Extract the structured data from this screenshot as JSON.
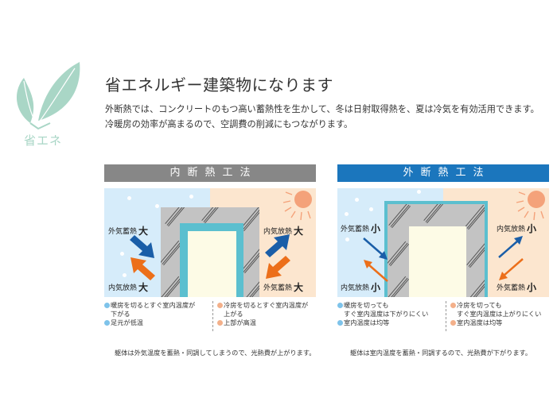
{
  "logo": {
    "icon": "leaf-icon",
    "label": "省エネ",
    "color": "#a9d6c6"
  },
  "header": {
    "title": "省エネルギー建築物になります",
    "description_lines": [
      "外断熱では、コンクリートのもつ高い蓄熱性を生かして、冬は日射取得熱を、夏は冷気を有効活用できます。",
      "冷暖房の効率が高まるので、空調費の削減にもつながります。"
    ]
  },
  "panels": {
    "internal": {
      "title": "内断熱工法",
      "header_color": "#878787",
      "labels": {
        "top_left": {
          "text": "外気蓄熱",
          "level": "大"
        },
        "bottom_left": {
          "text": "内気放熱",
          "level": "大"
        },
        "top_right": {
          "text": "内気放熱",
          "level": "大"
        },
        "bottom_right": {
          "text": "外気蓄熱",
          "level": "大"
        }
      },
      "notes_winter": [
        {
          "text": "暖房を切るとすぐ室内温度が",
          "continued": "下がる"
        },
        {
          "text": "足元が低温"
        }
      ],
      "notes_summer": [
        {
          "text": "冷房を切るとすぐ室内温度が",
          "continued": "上がる"
        },
        {
          "text": "上部が高温"
        }
      ],
      "footnote": "躯体は外気温度を蓄熱・同調してしまうので、光熱費が上がります。"
    },
    "external": {
      "title": "外断熱工法",
      "header_color": "#1b76bd",
      "labels": {
        "top_left": {
          "text": "外気蓄熱",
          "level": "小"
        },
        "bottom_left": {
          "text": "内気放熱",
          "level": "小"
        },
        "top_right": {
          "text": "内気放熱",
          "level": "小"
        },
        "bottom_right": {
          "text": "外気蓄熱",
          "level": "小"
        }
      },
      "notes_winter": [
        {
          "text": "暖房を切っても",
          "continued": "すぐ室内温度は下がりにくい"
        },
        {
          "text": "室内温度は均等"
        }
      ],
      "notes_summer": [
        {
          "text": "冷房を切っても",
          "continued": "すぐ室内温度は上がりにくい"
        },
        {
          "text": "室内温度は均等"
        }
      ],
      "footnote": "躯体は室内温度を蓄熱・同調するので、光熱費が下がります。"
    }
  },
  "colors": {
    "cold_bg": "#d6ecfa",
    "warm_bg": "#fce6cf",
    "wall": "#c3c3c3",
    "insulation": "#5bbfcf",
    "room": "#fdfbe6",
    "arrow_blue": "#1a5ea8",
    "arrow_orange": "#ec6f1a",
    "sun": "#f4a27a"
  }
}
